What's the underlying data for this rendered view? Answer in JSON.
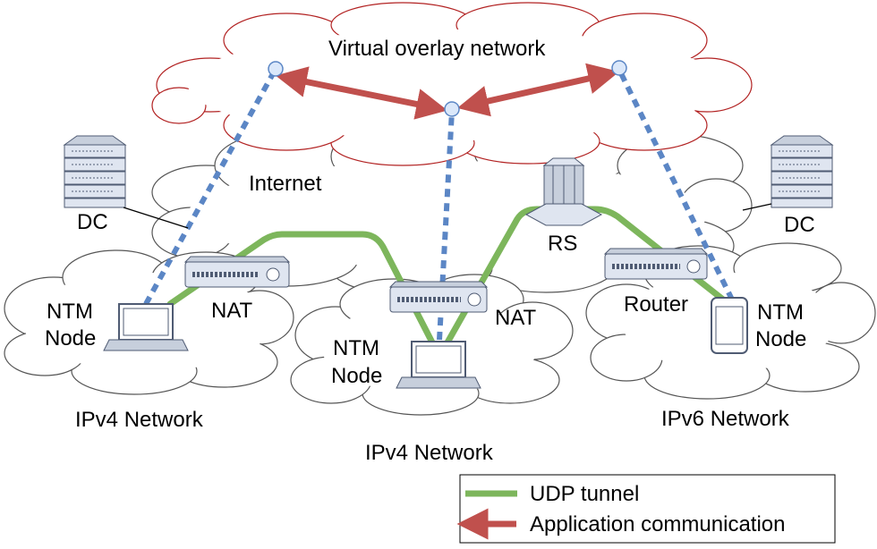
{
  "labels": {
    "overlay": "Virtual overlay network",
    "internet": "Internet",
    "dc_left": "DC",
    "dc_right": "DC",
    "rs": "RS",
    "nat_left": "NAT",
    "nat_center": "NAT",
    "router": "Router",
    "node_left_1": "NTM",
    "node_left_2": "Node",
    "node_center_1": "NTM",
    "node_center_2": "Node",
    "node_right_1": "NTM",
    "node_right_2": "Node",
    "net_left": "IPv4 Network",
    "net_center": "IPv4 Network",
    "net_right": "IPv6 Network"
  },
  "legend": {
    "udp": "UDP tunnel",
    "app": "Application communication"
  },
  "colors": {
    "udp": "#7db65c",
    "app": "#c0504d",
    "dotted": "#5b86c5",
    "overlay_cloud": "#b22222",
    "cloud": "#555555",
    "device": "#dfe5f0",
    "device_stroke": "#4f5b73"
  }
}
